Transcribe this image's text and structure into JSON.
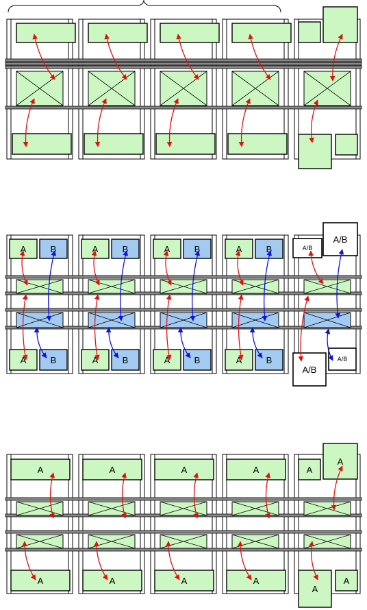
{
  "panels": [
    {
      "id": "top",
      "columns": [
        {
          "top_labels": [
            ""
          ],
          "bottom_labels": [
            ""
          ]
        },
        {
          "top_labels": [
            ""
          ],
          "bottom_labels": [
            ""
          ]
        },
        {
          "top_labels": [
            ""
          ],
          "bottom_labels": [
            ""
          ]
        },
        {
          "top_labels": [
            ""
          ],
          "bottom_labels": [
            ""
          ]
        },
        {
          "top_labels": [
            "",
            ""
          ],
          "bottom_labels": [
            "",
            ""
          ]
        }
      ]
    },
    {
      "id": "middle",
      "columns": [
        {
          "top_labels": [
            "A",
            "B"
          ],
          "bottom_labels": [
            "A",
            "B"
          ]
        },
        {
          "top_labels": [
            "A",
            "B"
          ],
          "bottom_labels": [
            "A",
            "B"
          ]
        },
        {
          "top_labels": [
            "A",
            "B"
          ],
          "bottom_labels": [
            "A",
            "B"
          ]
        },
        {
          "top_labels": [
            "A",
            "B"
          ],
          "bottom_labels": [
            "A",
            "B"
          ]
        },
        {
          "top_labels": [
            "A/B",
            "A/B"
          ],
          "bottom_labels": [
            "A/B",
            "A/B"
          ]
        }
      ]
    },
    {
      "id": "bottom",
      "columns": [
        {
          "top_labels": [
            "A"
          ],
          "bottom_labels": [
            "A"
          ]
        },
        {
          "top_labels": [
            "A"
          ],
          "bottom_labels": [
            "A"
          ]
        },
        {
          "top_labels": [
            "A"
          ],
          "bottom_labels": [
            "A"
          ]
        },
        {
          "top_labels": [
            "A"
          ],
          "bottom_labels": [
            "A"
          ]
        },
        {
          "top_labels": [
            "A",
            "A"
          ],
          "bottom_labels": [
            "A",
            "A"
          ]
        }
      ]
    }
  ],
  "colors": {
    "green": "#ccf7c3",
    "blue": "#a3cbf2",
    "white": "#ffffff",
    "outline": "#000000",
    "rail": "#8a8a8a",
    "arrow_red": "#e01010",
    "arrow_blue": "#1010e0"
  }
}
